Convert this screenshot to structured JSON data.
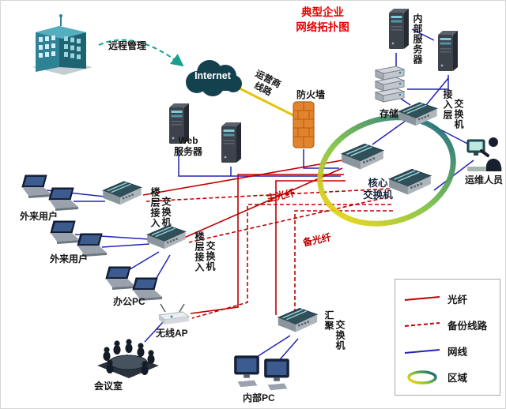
{
  "title": {
    "line1": "典型企业",
    "line2": "网络拓扑图"
  },
  "nodes": {
    "remote_mgmt": "远程管理",
    "internet": "Internet",
    "carrier_line": {
      "l1": "运营商",
      "l2": "线路"
    },
    "firewall": "防火墙",
    "internal_servers": "内部服务器",
    "storage": "存储",
    "access_switch": {
      "l1": "接入层",
      "l2": "交换机"
    },
    "ops_person": "运维人员",
    "web_server": {
      "l1": "Web",
      "l2": "服务器"
    },
    "core_switch": {
      "l1": "核心",
      "l2": "交换机"
    },
    "main_fiber": "主光纤",
    "backup_fiber": "备光纤",
    "floor_switch": {
      "l1": "楼层接入",
      "l2": "交换机"
    },
    "ext_users_1": "外来用户",
    "ext_users_2": "外来用户",
    "office_pc": "办公PC",
    "wireless_ap": "无线AP",
    "meeting_room": "会议室",
    "agg_switch": {
      "l1": "汇聚",
      "l2": "交换机"
    },
    "internal_pc": "内部PC"
  },
  "legend": {
    "items": [
      {
        "label": "光纤",
        "type": "fiber"
      },
      {
        "label": "备份线路",
        "type": "backup"
      },
      {
        "label": "网线",
        "type": "lan"
      },
      {
        "label": "区域",
        "type": "zone"
      }
    ]
  },
  "colors": {
    "fiber": "#c00000",
    "backup": "#c00000",
    "lan": "#2323b4",
    "carrier": "#e2c40e",
    "remote": "#18a08c",
    "title": "#e60000",
    "ring-yellow": "#f2d40a",
    "ring-green": "#7ac143",
    "ring-teal": "#17697a"
  }
}
